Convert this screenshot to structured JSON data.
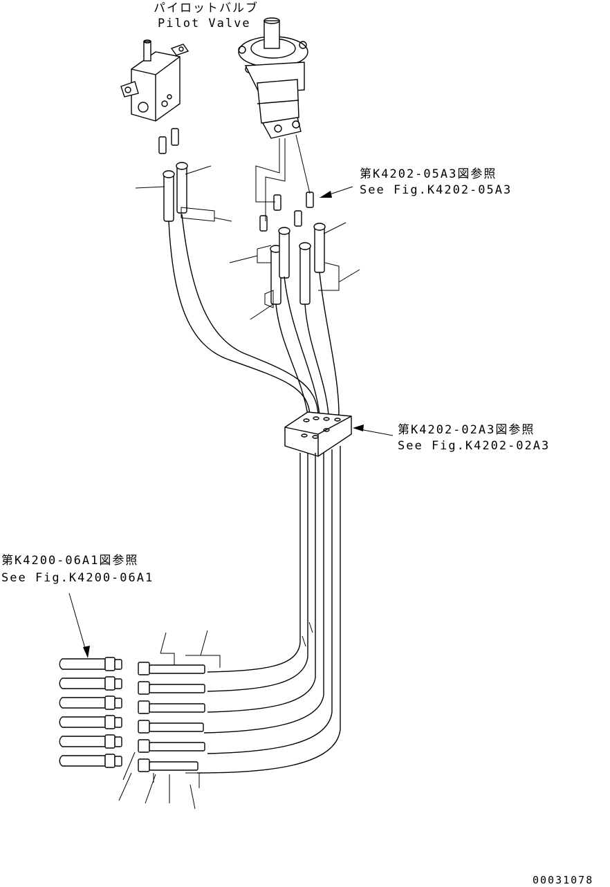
{
  "labels": {
    "pilot_valve_jp": "パイロットバルブ",
    "pilot_valve_en": "Pilot Valve",
    "ref1_jp": "第K4202-05A3図参照",
    "ref1_en": "See Fig.K4202-05A3",
    "ref2_jp": "第K4202-02A3図参照",
    "ref2_en": "See Fig.K4202-02A3",
    "ref3_jp": "第K4200-06A1図参照",
    "ref3_en": "See Fig.K4200-06A1",
    "drawing_number": "00031078"
  }
}
